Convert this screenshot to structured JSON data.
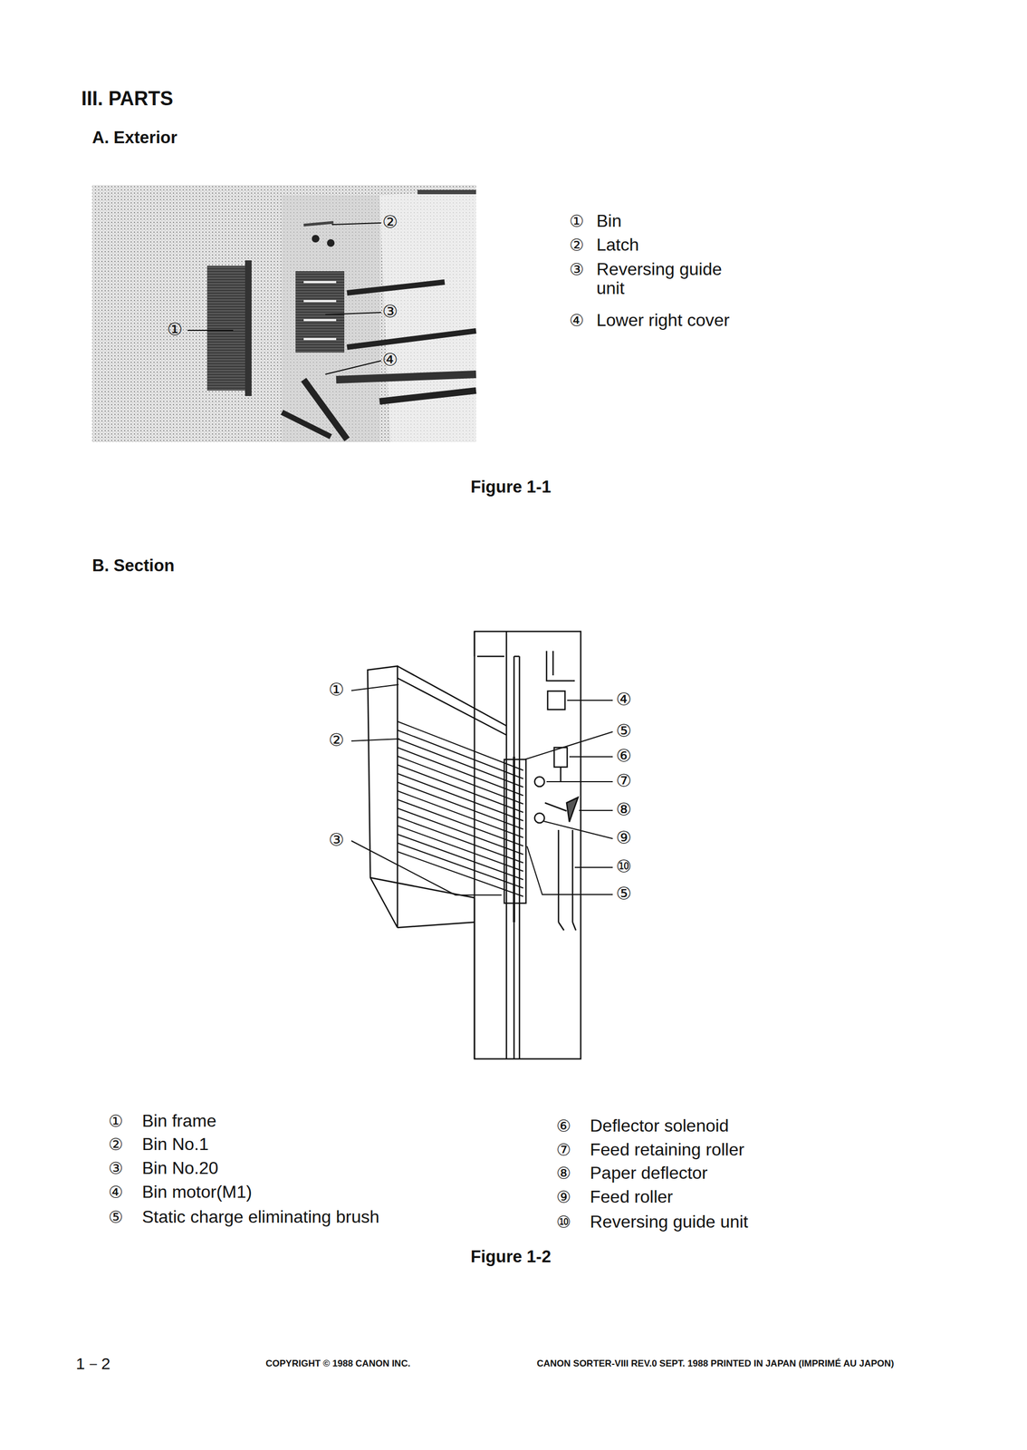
{
  "diagram": {
    "title": "III. PARTS",
    "labels": [
      "A. Exterior",
      "②",
      "①",
      "③",
      "④",
      "①",
      "Bin",
      "②",
      "Latch",
      "③",
      "Reversing guide unit",
      "④",
      "Lower right cover",
      "Figure 1-1",
      "B. Section",
      "①",
      "②",
      "③",
      "④",
      "⑤",
      "⑥",
      "⑦",
      "⑧",
      "⑨",
      "⑩",
      "⑤",
      "①",
      "Bin frame",
      "②",
      "Bin No.1",
      "③",
      "Bin No.20",
      "④",
      "Bin motor(M1)",
      "⑤",
      "Static charge eliminating brush",
      "⑥",
      "Deflector solenoid",
      "⑦",
      "Feed retaining roller",
      "⑧",
      "Paper deflector",
      "⑨",
      "Feed roller",
      "⑩",
      "Reversing guide unit",
      "Figure 1-2",
      "1－2",
      "COPYRIGHT © 1988 CANON INC.",
      "CANON SORTER-VIII REV.0 SEPT. 1988 PRINTED IN JAPAN (IMPRIMÉ AU JAPON)"
    ]
  }
}
